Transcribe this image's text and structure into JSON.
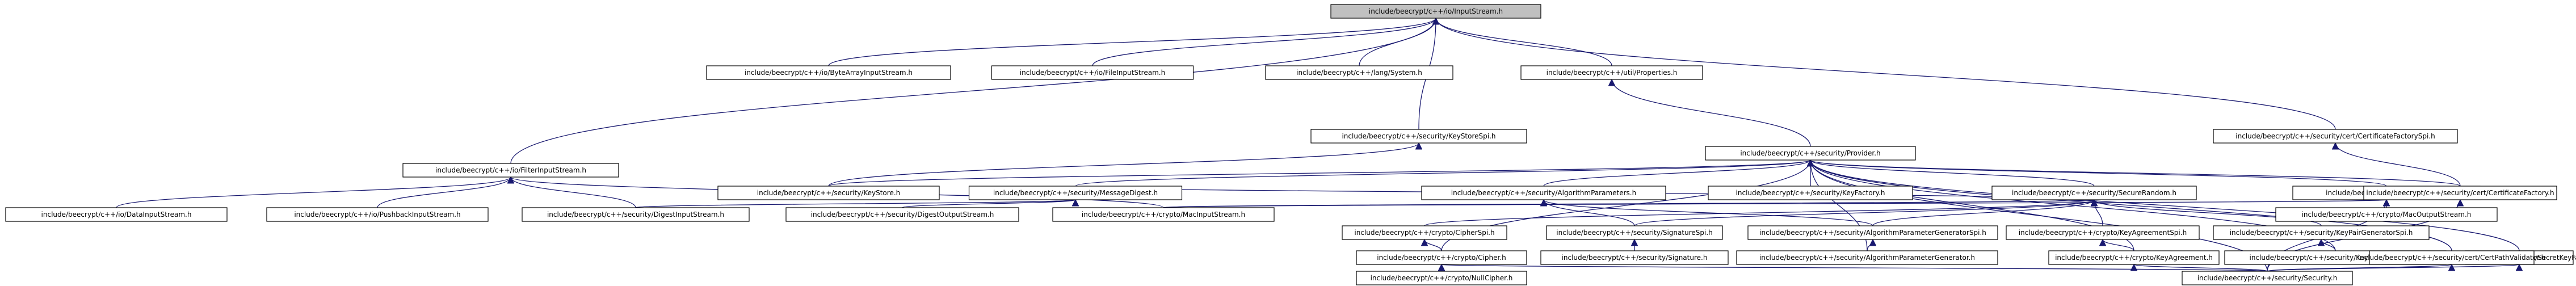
{
  "graph": {
    "title": "include/beecrypt/c++/io/InputStream.h",
    "nodes": [
      {
        "id": "n0",
        "label": "include/beecrypt/c++/io/InputStream.h",
        "root": true
      },
      {
        "id": "n1",
        "label": "include/beecrypt/c++/io/ByteArrayInputStream.h"
      },
      {
        "id": "n2",
        "label": "include/beecrypt/c++/io/FileInputStream.h"
      },
      {
        "id": "n3",
        "label": "include/beecrypt/c++/lang/System.h"
      },
      {
        "id": "n4",
        "label": "include/beecrypt/c++/util/Properties.h"
      },
      {
        "id": "n5",
        "label": "include/beecrypt/c++/security/cert/CertificateFactorySpi.h"
      },
      {
        "id": "n6",
        "label": "include/beecrypt/c++/security/KeyStoreSpi.h"
      },
      {
        "id": "n7",
        "label": "include/beecrypt/c++/security/Provider.h"
      },
      {
        "id": "n8",
        "label": "include/beecrypt/c++/io/FilterInputStream.h"
      },
      {
        "id": "n9",
        "label": "include/beecrypt/c++/security/KeyStore.h"
      },
      {
        "id": "n10",
        "label": "include/beecrypt/c++/security/MessageDigest.h"
      },
      {
        "id": "n11",
        "label": "include/beecrypt/c++/security/AlgorithmParameters.h"
      },
      {
        "id": "n12",
        "label": "include/beecrypt/c++/security/KeyFactory.h"
      },
      {
        "id": "n13",
        "label": "include/beecrypt/c++/security/SecureRandom.h"
      },
      {
        "id": "n14",
        "label": "include/beecrypt/c++/crypto/Mac.h"
      },
      {
        "id": "n15",
        "label": "include/beecrypt/c++/security/cert/CertificateFactory.h"
      },
      {
        "id": "n16",
        "label": "include/beecrypt/c++/io/DataInputStream.h"
      },
      {
        "id": "n17",
        "label": "include/beecrypt/c++/io/PushbackInputStream.h"
      },
      {
        "id": "n18",
        "label": "include/beecrypt/c++/security/DigestInputStream.h"
      },
      {
        "id": "n19",
        "label": "include/beecrypt/c++/security/DigestOutputStream.h"
      },
      {
        "id": "n20",
        "label": "include/beecrypt/c++/crypto/MacInputStream.h"
      },
      {
        "id": "n21",
        "label": "include/beecrypt/c++/crypto/MacOutputStream.h"
      },
      {
        "id": "n22",
        "label": "include/beecrypt/c++/crypto/CipherSpi.h"
      },
      {
        "id": "n23",
        "label": "include/beecrypt/c++/security/SignatureSpi.h"
      },
      {
        "id": "n24",
        "label": "include/beecrypt/c++/security/AlgorithmParameterGeneratorSpi.h"
      },
      {
        "id": "n25",
        "label": "include/beecrypt/c++/crypto/KeyAgreementSpi.h"
      },
      {
        "id": "n26",
        "label": "include/beecrypt/c++/security/KeyPairGeneratorSpi.h"
      },
      {
        "id": "n27",
        "label": "include/beecrypt/c++/security/Signature.h"
      },
      {
        "id": "n28",
        "label": "include/beecrypt/c++/crypto/Cipher.h"
      },
      {
        "id": "n29",
        "label": "include/beecrypt/c++/security/AlgorithmParameterGenerator.h"
      },
      {
        "id": "n30",
        "label": "include/beecrypt/c++/crypto/KeyAgreement.h"
      },
      {
        "id": "n31",
        "label": "include/beecrypt/c++/security/KeyPairGenerator.h"
      },
      {
        "id": "n32",
        "label": "include/beecrypt/c++/crypto/SecretKeyFactory.h"
      },
      {
        "id": "n33",
        "label": "include/beecrypt/c++/security/cert/CertPathValidator.h"
      },
      {
        "id": "n34",
        "label": "include/beecrypt/c++/crypto/NullCipher.h"
      },
      {
        "id": "n35",
        "label": "include/beecrypt/c++/security/Security.h"
      }
    ],
    "edges": [
      [
        "n0",
        "n1"
      ],
      [
        "n0",
        "n2"
      ],
      [
        "n0",
        "n3"
      ],
      [
        "n0",
        "n4"
      ],
      [
        "n0",
        "n5"
      ],
      [
        "n0",
        "n6"
      ],
      [
        "n0",
        "n8"
      ],
      [
        "n4",
        "n7"
      ],
      [
        "n5",
        "n15"
      ],
      [
        "n6",
        "n9"
      ],
      [
        "n7",
        "n9"
      ],
      [
        "n7",
        "n10"
      ],
      [
        "n7",
        "n11"
      ],
      [
        "n7",
        "n12"
      ],
      [
        "n7",
        "n13"
      ],
      [
        "n7",
        "n14"
      ],
      [
        "n7",
        "n15"
      ],
      [
        "n7",
        "n28"
      ],
      [
        "n7",
        "n29"
      ],
      [
        "n7",
        "n30"
      ],
      [
        "n7",
        "n31"
      ],
      [
        "n7",
        "n32"
      ],
      [
        "n7",
        "n33"
      ],
      [
        "n7",
        "n35"
      ],
      [
        "n8",
        "n16"
      ],
      [
        "n8",
        "n17"
      ],
      [
        "n8",
        "n18"
      ],
      [
        "n8",
        "n20"
      ],
      [
        "n10",
        "n18"
      ],
      [
        "n10",
        "n19"
      ],
      [
        "n11",
        "n23"
      ],
      [
        "n11",
        "n24"
      ],
      [
        "n13",
        "n22"
      ],
      [
        "n13",
        "n23"
      ],
      [
        "n13",
        "n24"
      ],
      [
        "n13",
        "n25"
      ],
      [
        "n13",
        "n26"
      ],
      [
        "n13",
        "n10"
      ],
      [
        "n13",
        "n20"
      ],
      [
        "n14",
        "n20"
      ],
      [
        "n14",
        "n21"
      ],
      [
        "n14",
        "n35"
      ],
      [
        "n15",
        "n35"
      ],
      [
        "n22",
        "n28"
      ],
      [
        "n23",
        "n27"
      ],
      [
        "n24",
        "n29"
      ],
      [
        "n25",
        "n30"
      ],
      [
        "n26",
        "n31"
      ],
      [
        "n28",
        "n34"
      ],
      [
        "n28",
        "n35"
      ],
      [
        "n30",
        "n35"
      ],
      [
        "n32",
        "n35"
      ],
      [
        "n33",
        "n35"
      ]
    ]
  }
}
